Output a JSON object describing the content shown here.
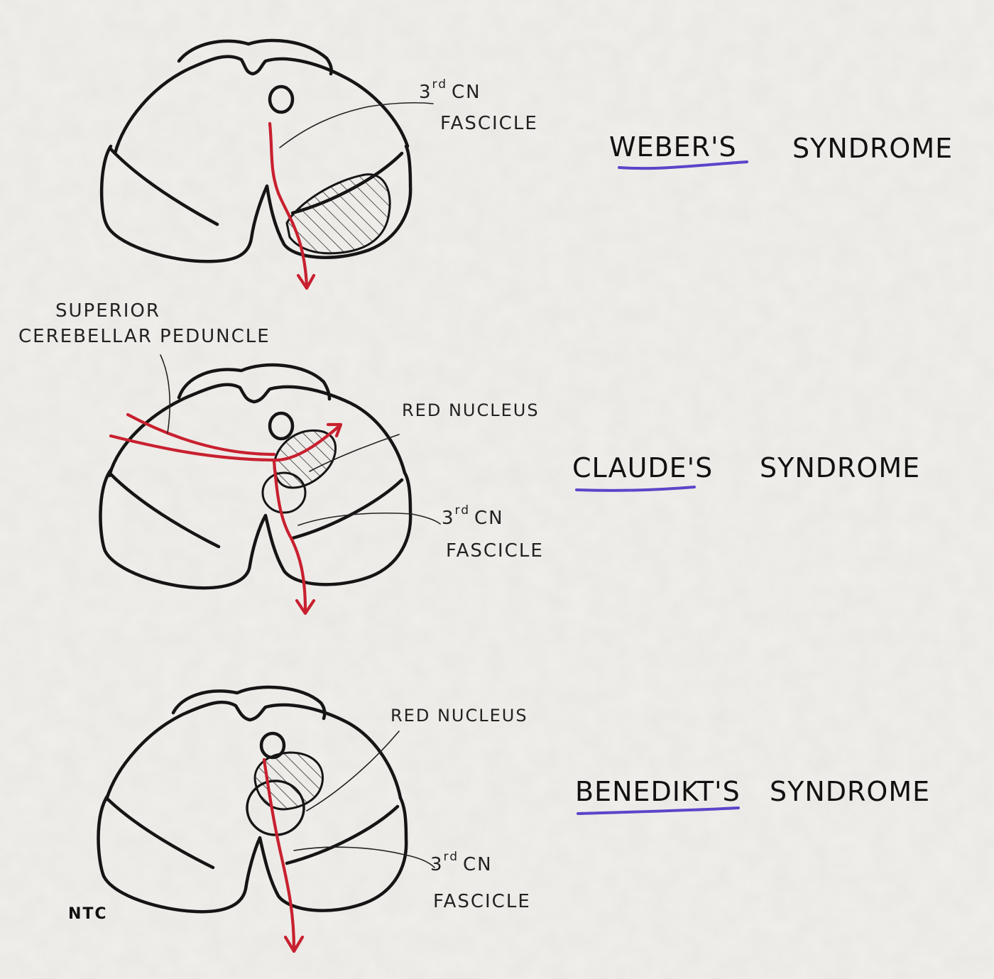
{
  "colors": {
    "paper": "#f1efec",
    "ink": "#151515",
    "pathway": "#c8202f",
    "underline": "#5b45c9"
  },
  "panels": [
    {
      "syndrome_name": "WEBER",
      "syndrome_suffix": "'S",
      "syndrome_word": "SYNDROME",
      "labels": {
        "cn_number": "3",
        "cn_sup": "rd",
        "cn_abbr": "CN",
        "fascicle": "FASCICLE"
      }
    },
    {
      "syndrome_name": "CLAUDE",
      "syndrome_suffix": "'S",
      "syndrome_word": "SYNDROME",
      "labels": {
        "superior": "SUPERIOR",
        "cerebellar_peduncle": "CEREBELLAR PEDUNCLE",
        "red_nucleus": "RED NUCLEUS",
        "cn_number": "3",
        "cn_sup": "rd",
        "cn_abbr": "CN",
        "fascicle": "FASCICLE"
      }
    },
    {
      "syndrome_name": "BENEDIKT",
      "syndrome_suffix": "'S",
      "syndrome_word": "SYNDROME",
      "labels": {
        "red_nucleus": "RED NUCLEUS",
        "cn_number": "3",
        "cn_sup": "rd",
        "cn_abbr": "CN",
        "fascicle": "FASCICLE"
      }
    }
  ],
  "signature": "NTC"
}
